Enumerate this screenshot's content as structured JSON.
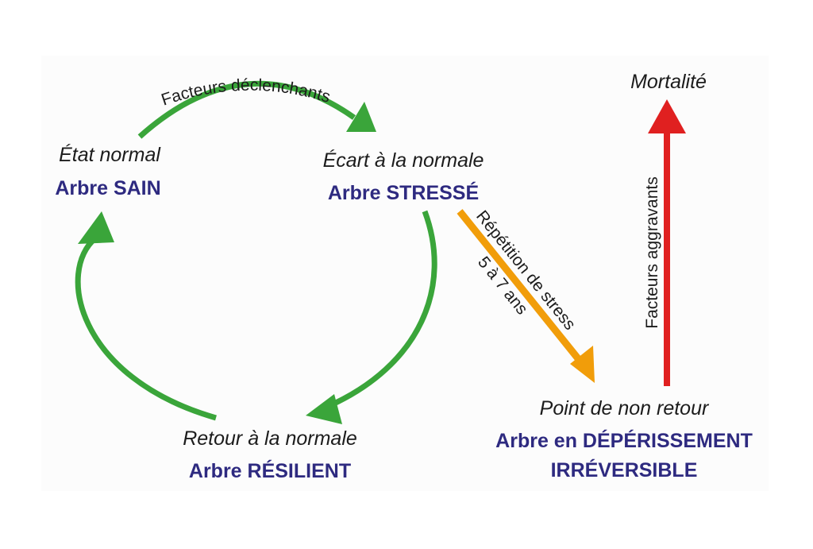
{
  "nodes": {
    "healthy": {
      "state": "État normal",
      "tree": "Arbre SAIN"
    },
    "stressed": {
      "state": "Écart à la normale",
      "tree": "Arbre STRESSÉ"
    },
    "resilient": {
      "state": "Retour à la normale",
      "tree": "Arbre RÉSILIENT"
    },
    "decline": {
      "state": "Point de non retour",
      "tree_line1": "Arbre en DÉPÉRISSEMENT",
      "tree_line2": "IRRÉVERSIBLE"
    },
    "mortality": {
      "state": "Mortalité"
    }
  },
  "arrows": {
    "triggers": {
      "label": "Facteurs déclenchants",
      "color": "#3aa53a"
    },
    "stress_repetition": {
      "label": "Répétition de stress",
      "sublabel": "5 à 7 ans",
      "color": "#f19d0a"
    },
    "aggravating": {
      "label": "Facteurs aggravants",
      "color": "#e02020"
    }
  }
}
